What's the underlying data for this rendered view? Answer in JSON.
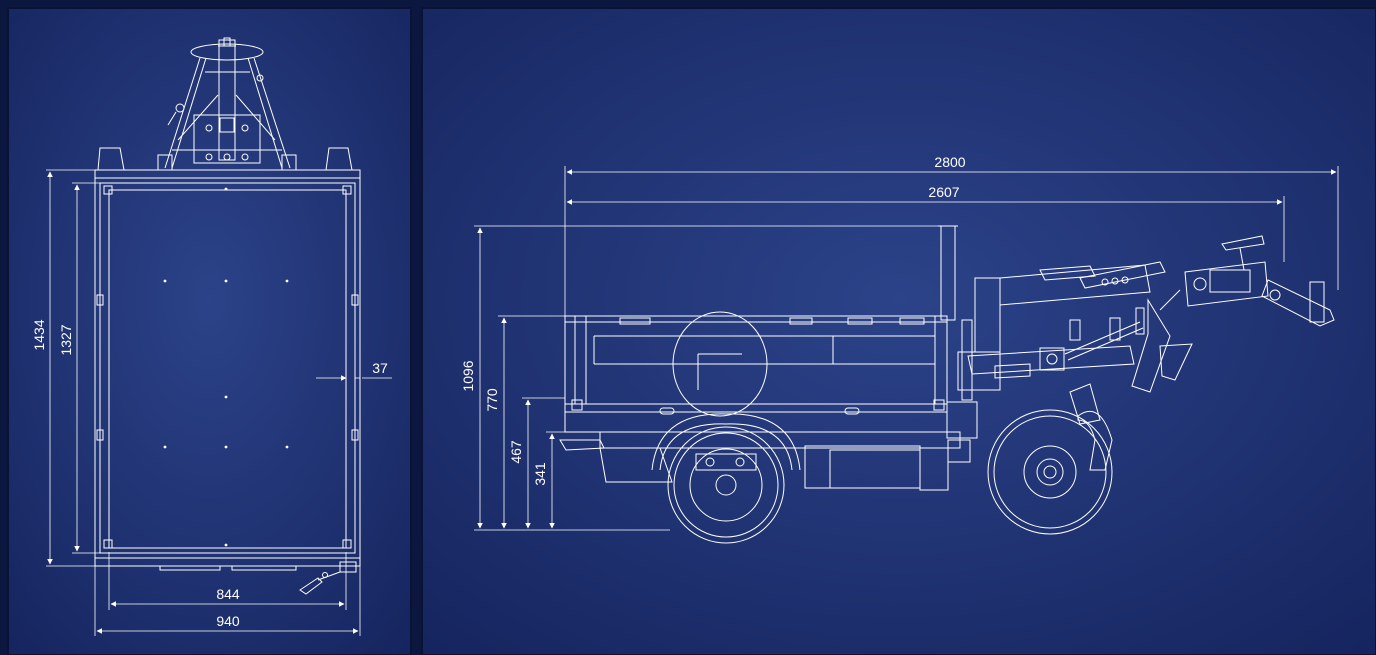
{
  "colors": {
    "frame": "#0c1740",
    "panel_light": "#2c4389",
    "panel_dark": "#15245e",
    "line": "#ffffff"
  },
  "top_view": {
    "dimensions": {
      "total_length": "1434",
      "bed_length": "1327",
      "wall_thickness": "37",
      "bed_width": "844",
      "total_width": "940"
    }
  },
  "side_view": {
    "dimensions": {
      "total_length": "2800",
      "body_length": "2607",
      "total_height": "1096",
      "side_height": "770",
      "bed_height": "467",
      "floor_height": "341"
    }
  }
}
